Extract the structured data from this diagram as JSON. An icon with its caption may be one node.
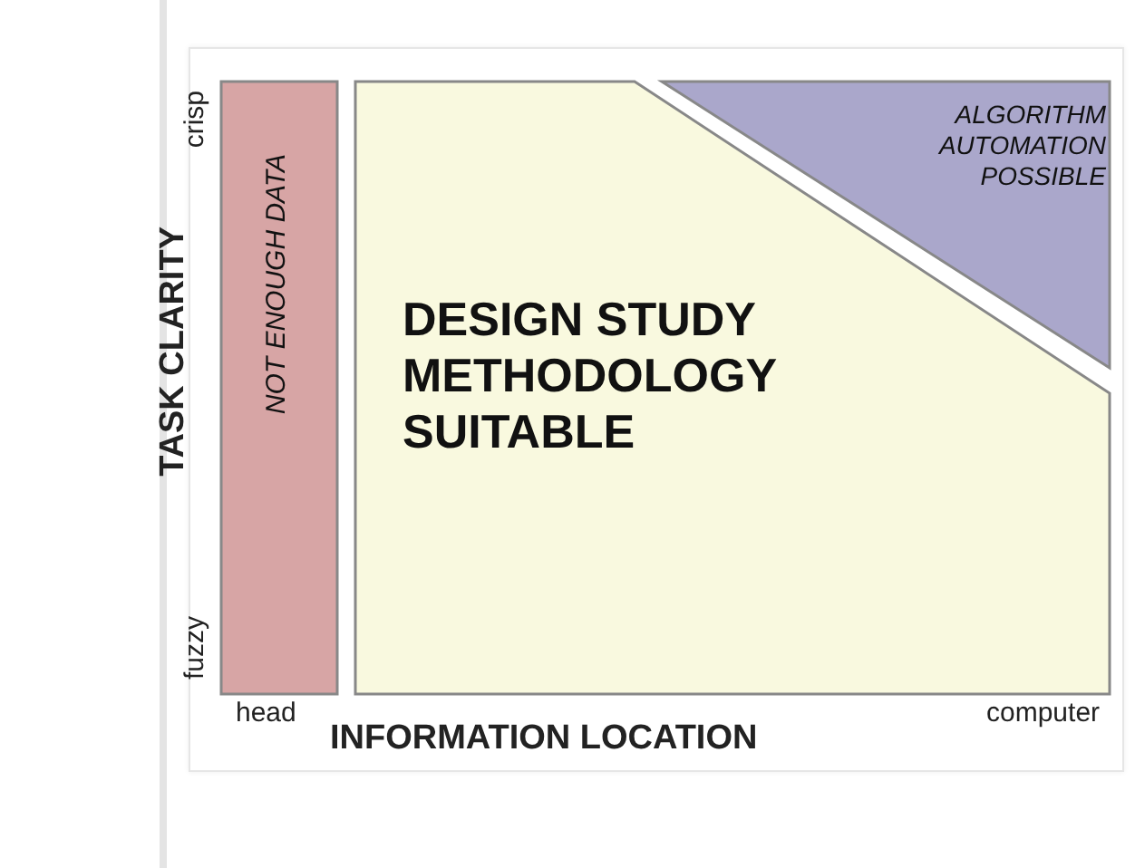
{
  "diagram": {
    "nodes": [
      {
        "text": [
          "NOT ENOUGH DATA"
        ]
      },
      {
        "text": [
          "DESIGN STUDY METHODOLOGY SUITABLE"
        ]
      },
      {
        "text": [
          "ALGORITHM AUTOMATION POSSIBLE"
        ]
      }
    ],
    "labels": [
      "crisp",
      "TASK CLARITY",
      "fuzzy",
      "head",
      "INFORMATION LOCATION",
      "computer"
    ]
  }
}
